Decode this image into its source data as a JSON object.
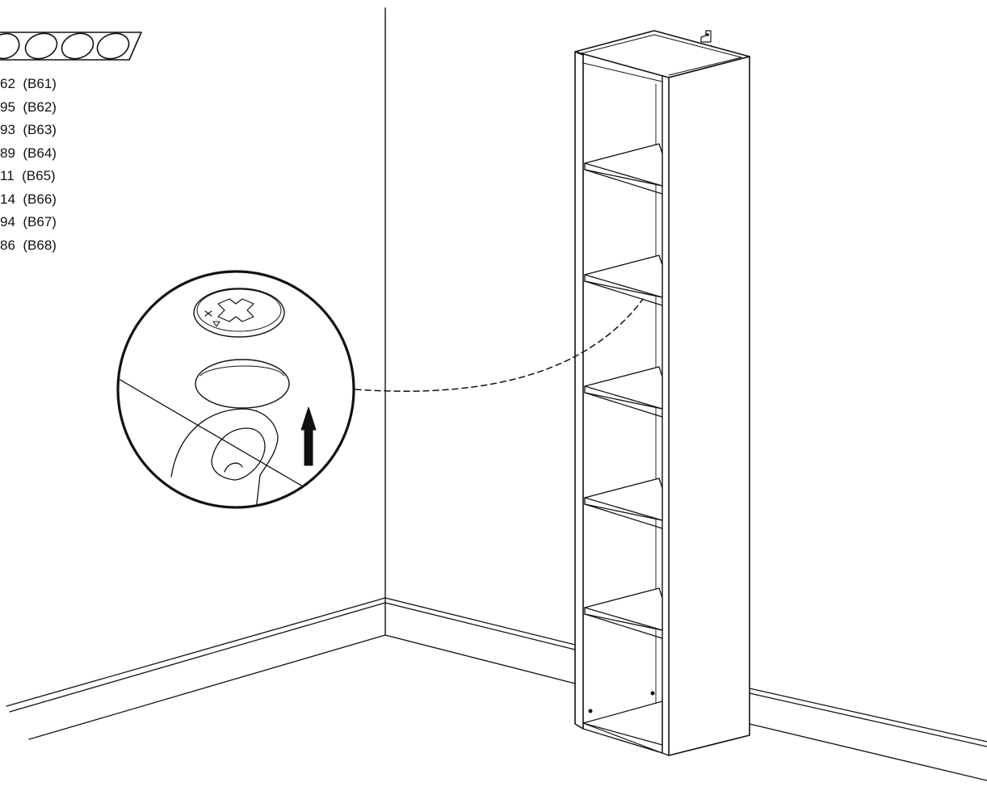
{
  "colors": {
    "line": "#111111",
    "background": "#ffffff"
  },
  "parts_list": [
    {
      "code": "62",
      "label": "(B61)"
    },
    {
      "code": "95",
      "label": "(B62)"
    },
    {
      "code": "93",
      "label": "(B63)"
    },
    {
      "code": "89",
      "label": "(B64)"
    },
    {
      "code": "11",
      "label": "(B65)"
    },
    {
      "code": "14",
      "label": "(B66)"
    },
    {
      "code": "94",
      "label": "(B67)"
    },
    {
      "code": "86",
      "label": "(B68)"
    }
  ],
  "icons": {
    "code_strip": "oval-code-strip-icon",
    "detail_circle": "magnifier-detail-icon",
    "direction_arrow": "arrow-up-icon"
  }
}
